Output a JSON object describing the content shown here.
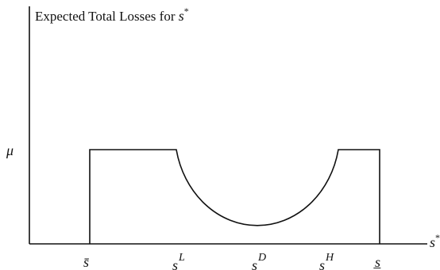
{
  "figure": {
    "title_main": "Expected Total Losses for ",
    "title_var": "s",
    "title_sup": "*",
    "y_tick_label": "μ",
    "x_axis_var": "s",
    "x_axis_sup": "*",
    "x_labels": [
      {
        "base": "s̄",
        "sup": ""
      },
      {
        "base": "s",
        "sup": "L"
      },
      {
        "base": "s",
        "sup": "D"
      },
      {
        "base": "s",
        "sup": "H"
      },
      {
        "base": "s̲",
        "sup": ""
      }
    ],
    "colors": {
      "ink": "#111111",
      "background": "#ffffff"
    }
  }
}
